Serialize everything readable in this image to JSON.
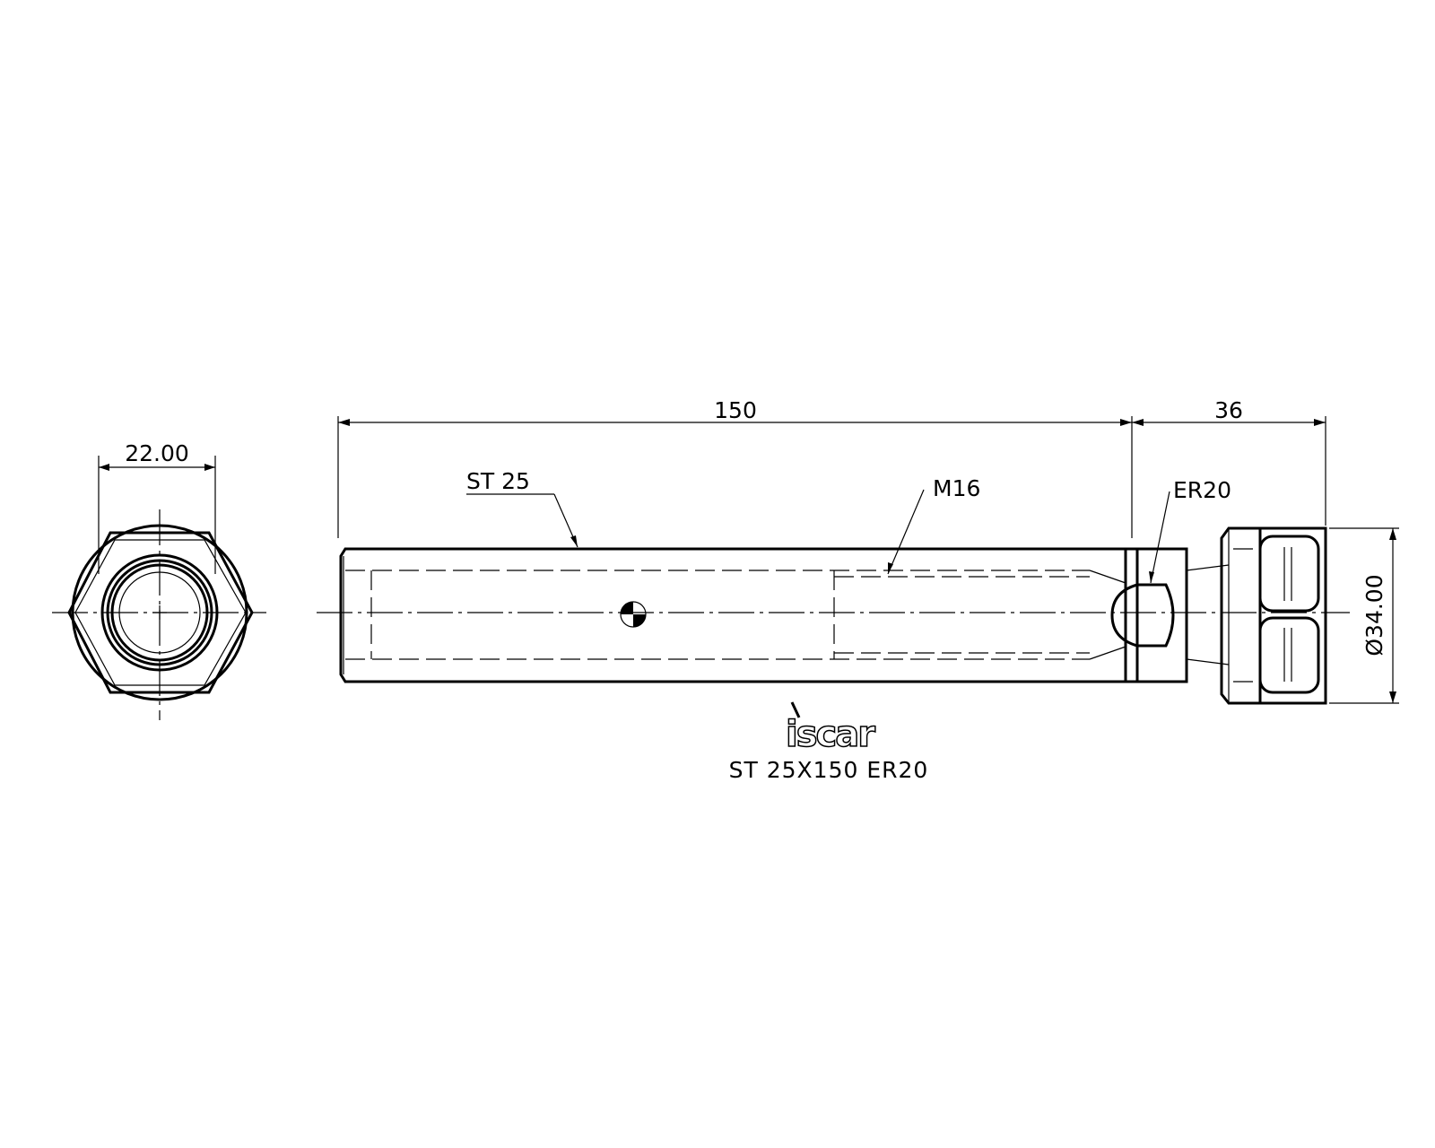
{
  "drawing": {
    "dimensions": {
      "hex_width": "22.00",
      "shank_length": "150",
      "nut_length": "36",
      "diameter": "Ø34.00"
    },
    "labels": {
      "shank": "ST 25",
      "thread": "M16",
      "collet": "ER20"
    },
    "logo_text": "iscar",
    "part_number": "ST 25X150 ER20"
  }
}
